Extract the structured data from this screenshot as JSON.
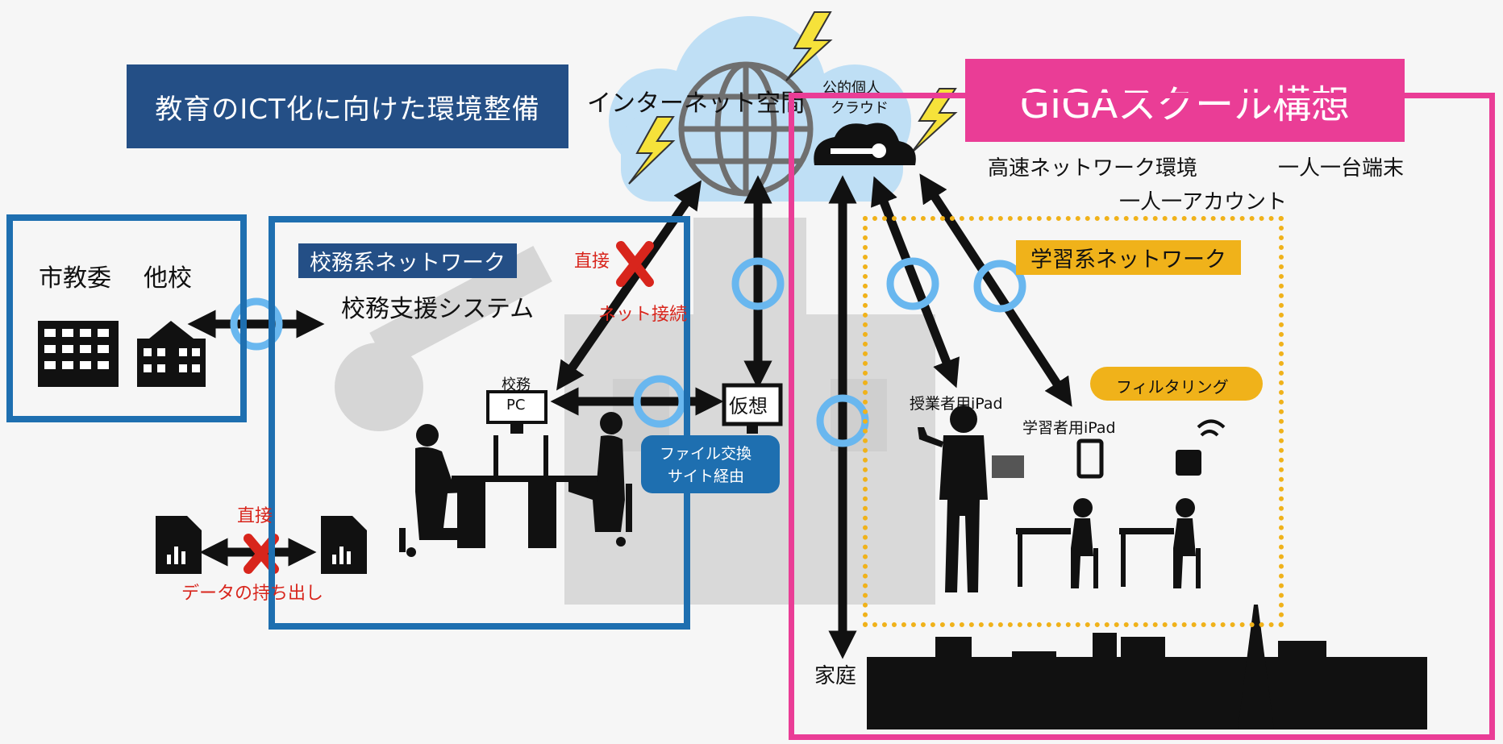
{
  "title": "教育のICT化に向けた環境整備",
  "giga_title": "GIGAスクール構想",
  "internet_label": "インターネット空間",
  "public_cloud_label_line1": "公的個人",
  "public_cloud_label_line2": "クラウド",
  "left_box": {
    "label1": "市教委",
    "label2": "他校"
  },
  "school_affairs": {
    "network_label": "校務系ネットワーク",
    "system_label": "校務支援システム",
    "pc_label_top": "校務",
    "pc_label": "PC",
    "virtual_label": "仮想",
    "file_exchange_line1": "ファイル交換",
    "file_exchange_line2": "サイト経由"
  },
  "direct_net": {
    "line1": "直接",
    "line2": "ネット接続"
  },
  "data_out": {
    "line1": "直接",
    "line2": "データの持ち出し"
  },
  "giga": {
    "fast_network": "高速ネットワーク環境",
    "one_device": "一人一台端末",
    "one_account": "一人一アカウント",
    "learning_network": "学習系ネットワーク",
    "filtering": "フィルタリング",
    "teacher_ipad": "授業者用iPad",
    "student_ipad": "学習者用iPad",
    "home": "家庭"
  },
  "colors": {
    "blue": "#1e6fb0",
    "navy": "#244f86",
    "pink": "#ea3d96",
    "yellow": "#f0b21a",
    "cloud": "#bfdff5",
    "ring": "#69b7ef",
    "red": "#d8251c"
  }
}
